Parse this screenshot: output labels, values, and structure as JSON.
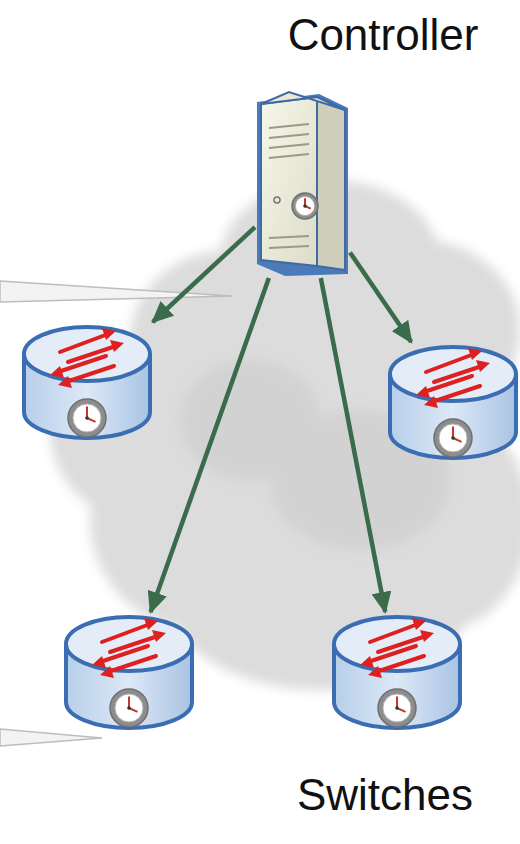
{
  "diagram": {
    "nodes": [
      {
        "text": [
          "Controller"
        ]
      },
      {
        "text": []
      },
      {
        "text": []
      },
      {
        "text": []
      },
      {
        "text": []
      }
    ],
    "edges": [
      {
        "from": 0,
        "to": 1,
        "arrow": "to"
      },
      {
        "from": 0,
        "to": 2,
        "arrow": "to"
      },
      {
        "from": 0,
        "to": 3,
        "arrow": "to"
      },
      {
        "from": 0,
        "to": 4,
        "arrow": "to"
      }
    ],
    "labels": [
      "Switches"
    ]
  }
}
